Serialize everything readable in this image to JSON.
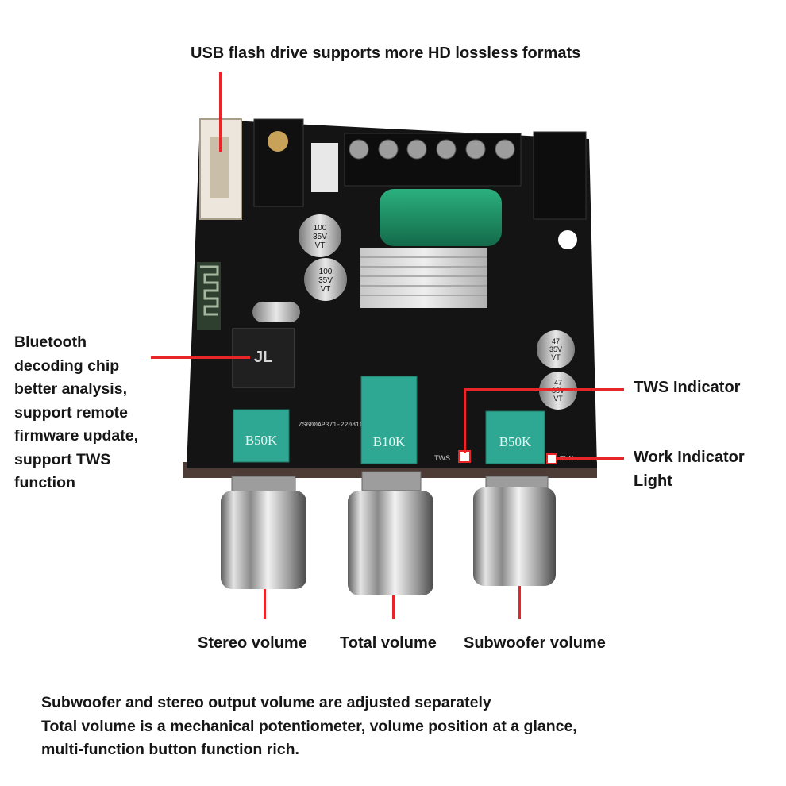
{
  "callouts": {
    "usb": "USB flash drive supports more HD lossless formats",
    "bluetooth": [
      "Bluetooth",
      "decoding chip",
      "better analysis,",
      "support remote",
      "firmware update,",
      "support TWS",
      "function"
    ],
    "tws": "TWS Indicator",
    "work": [
      "Work Indicator",
      "Light"
    ],
    "stereo": "Stereo volume",
    "total": "Total volume",
    "subwoofer": "Subwoofer volume"
  },
  "description": [
    "Subwoofer and stereo output volume are adjusted separately",
    "Total volume is a mechanical potentiometer, volume position at a glance,",
    "multi-function button function rich."
  ],
  "board_markings": {
    "pot_left": "B50K",
    "pot_center": "B10K",
    "pot_right": "B50K",
    "cap_top_1": [
      "100",
      "35V",
      "VT"
    ],
    "cap_top_2": [
      "100",
      "35V",
      "VT"
    ],
    "cap_right_1": [
      "47",
      "35V",
      "VT"
    ],
    "cap_right_2": [
      "47",
      "35V",
      "VT"
    ],
    "silk_tws": "TWS",
    "silk_run": "RUN",
    "silk_serial": "ZS600AP371-220816",
    "chip_label": "JL"
  },
  "colors": {
    "accent_line": "#e8262a",
    "pcb": "#141414",
    "pot_teal": "#2fa893",
    "cap_green": "#1e8c64",
    "knob_chrome": "#bcbcbc"
  }
}
